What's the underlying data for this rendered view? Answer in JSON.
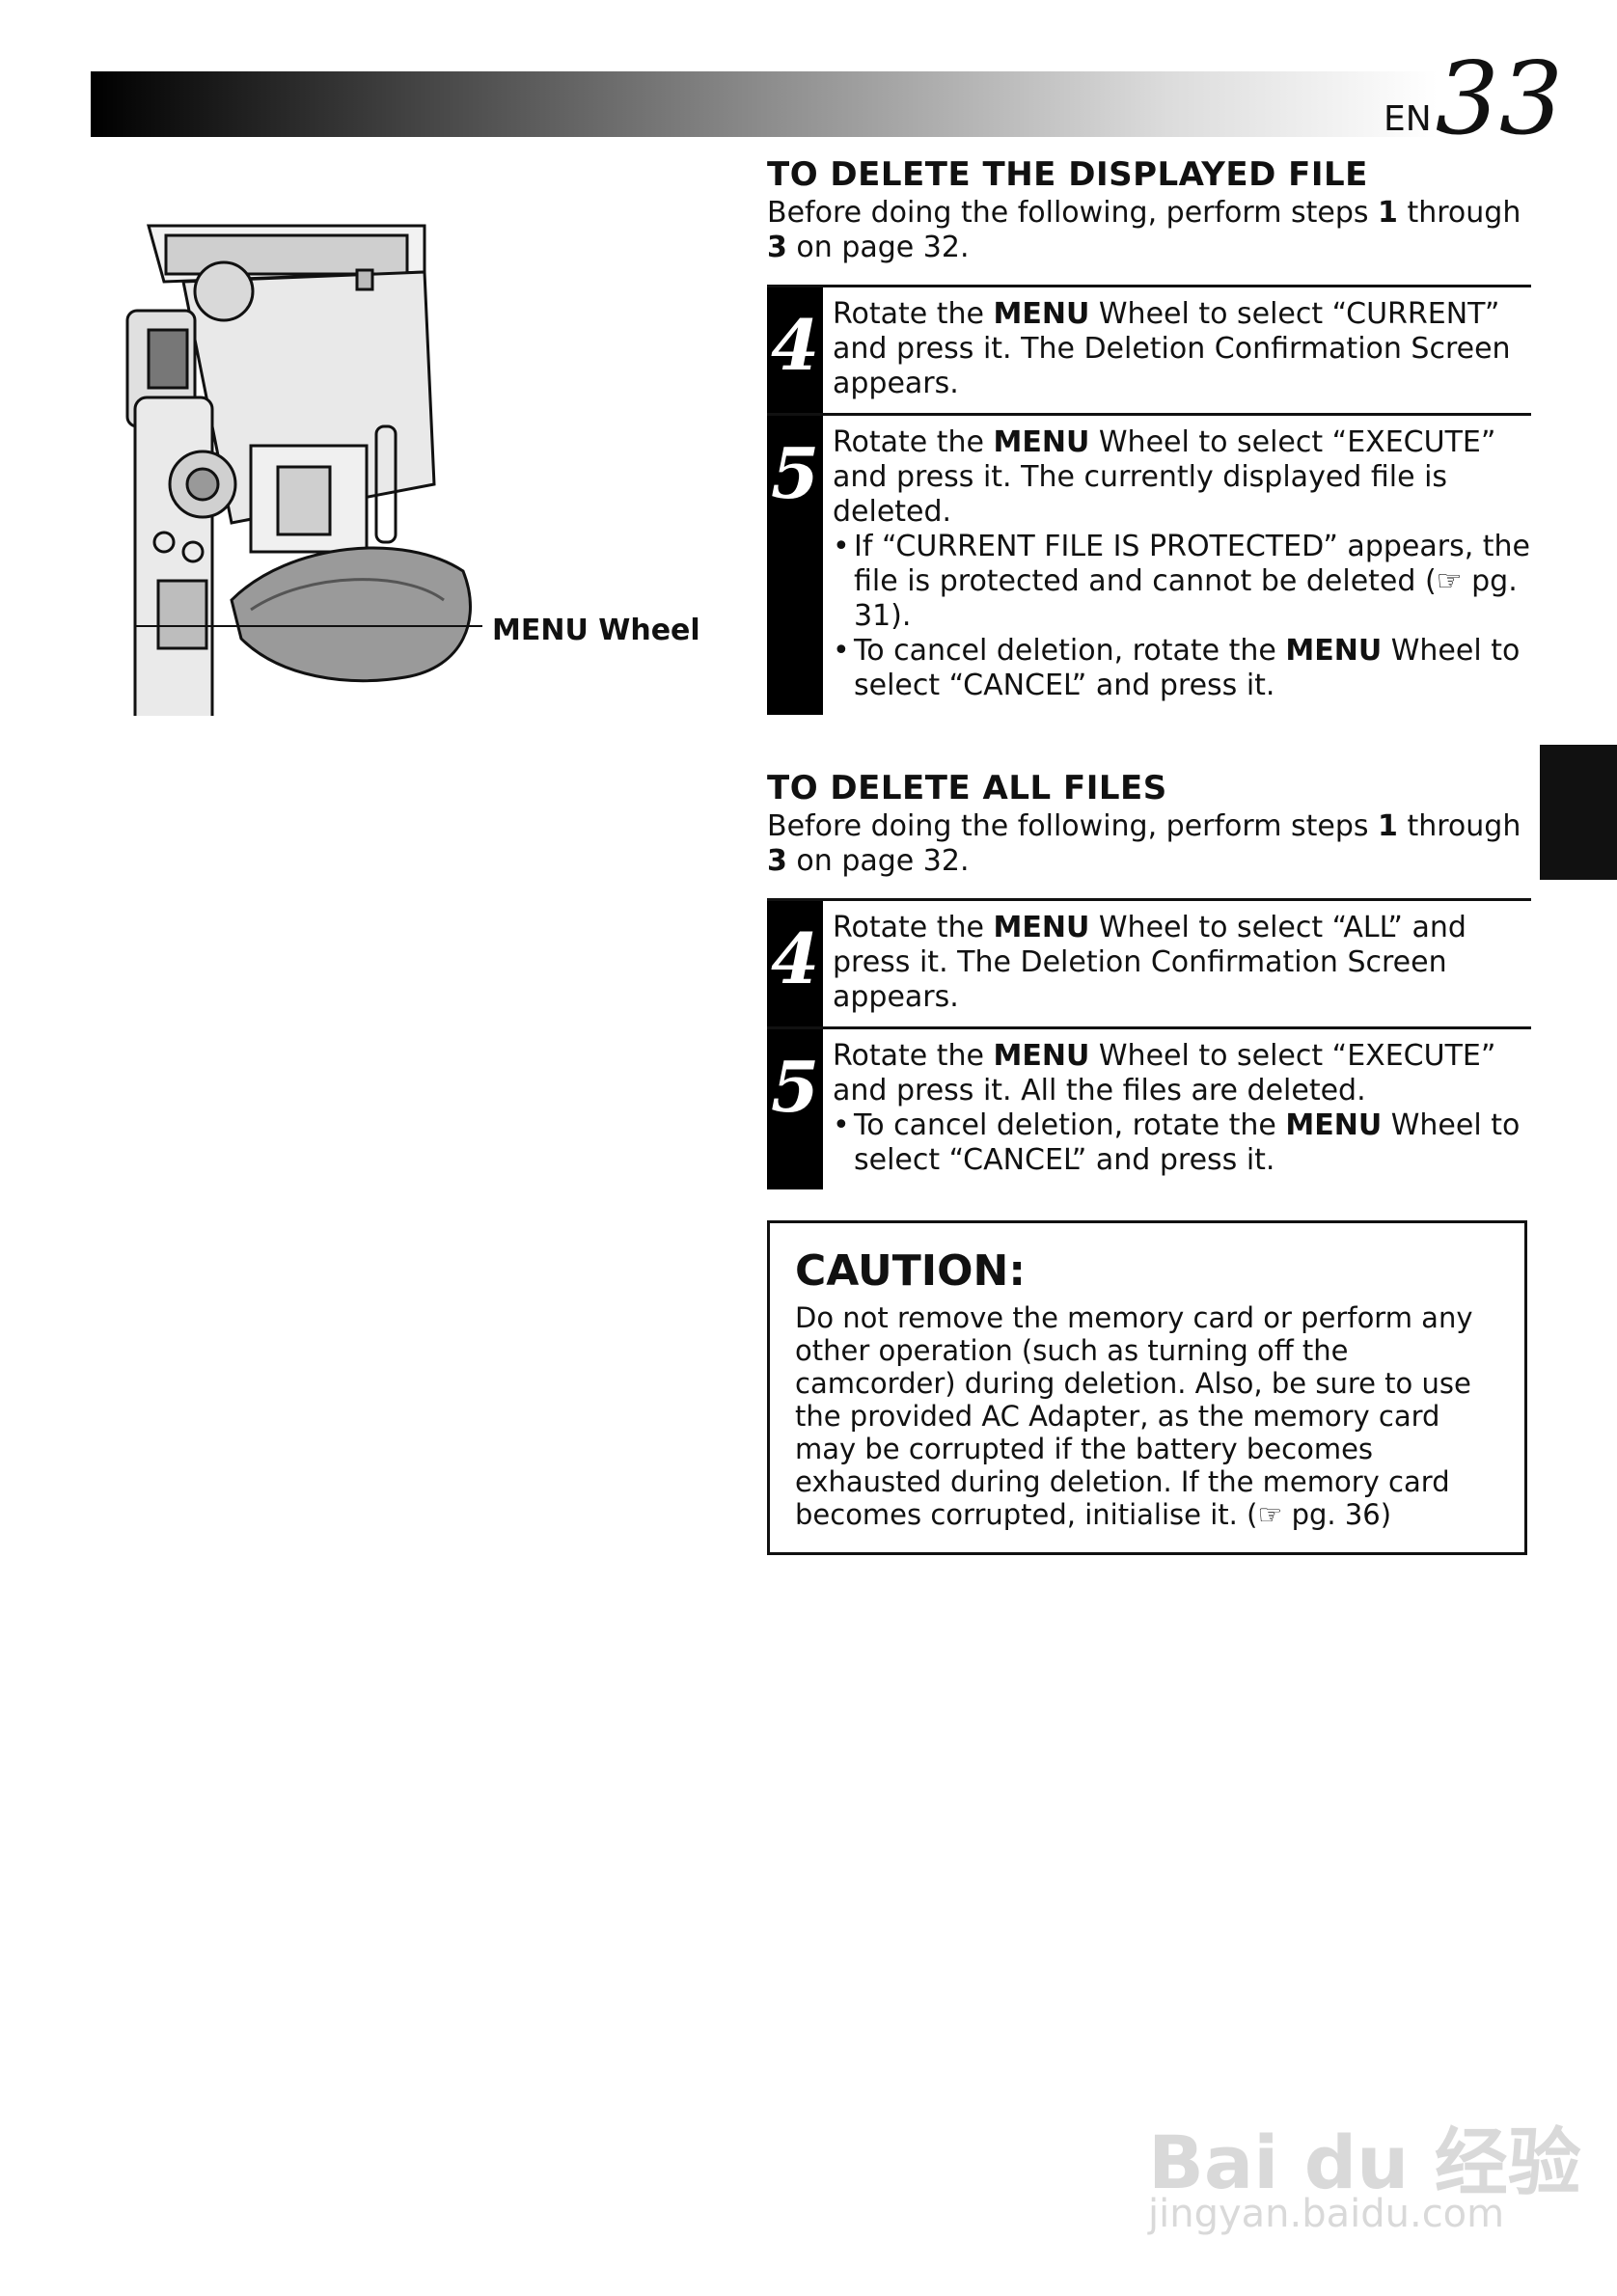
{
  "header": {
    "prefix": "EN",
    "page_number": "33"
  },
  "figure": {
    "callout": "MENU Wheel"
  },
  "section1": {
    "title": "TO DELETE THE DISPLAYED FILE",
    "intro": {
      "a": "Before doing the following, perform steps ",
      "b": "1",
      "c": " through ",
      "d": "3",
      "e": " on page 32."
    },
    "step4": {
      "num": "4",
      "a": "Rotate the ",
      "b": "MENU",
      "c": " Wheel to select “CURRENT” and press it. The Deletion Confirmation Screen appears."
    },
    "step5": {
      "num": "5",
      "a": "Rotate the ",
      "b": "MENU",
      "c": " Wheel to select “EXECUTE” and press it. The currently displayed file is deleted.",
      "bullet1": "If “CURRENT FILE IS PROTECTED” appears, the file is protected and cannot be deleted (☞ pg. 31).",
      "bullet2": {
        "a": "To cancel deletion, rotate the ",
        "b": "MENU",
        "c": " Wheel to select “CANCEL” and press it."
      }
    }
  },
  "section2": {
    "title": "TO DELETE ALL FILES",
    "intro": {
      "a": "Before doing the following, perform steps ",
      "b": "1",
      "c": " through ",
      "d": "3",
      "e": " on page 32."
    },
    "step4": {
      "num": "4",
      "a": "Rotate the ",
      "b": "MENU",
      "c": " Wheel to select “ALL” and press it. The Deletion Confirmation Screen appears."
    },
    "step5": {
      "num": "5",
      "a": "Rotate the ",
      "b": "MENU",
      "c": " Wheel to select “EXECUTE” and press it. All the files are deleted.",
      "bullet1": {
        "a": "To cancel deletion, rotate the ",
        "b": "MENU",
        "c": " Wheel to select “CANCEL” and press it."
      }
    }
  },
  "caution": {
    "title": "CAUTION:",
    "text": "Do not remove the memory card or perform any other operation (such as turning off the camcorder) during deletion. Also, be sure to use the provided AC Adapter, as the memory card may be corrupted if the battery becomes exhausted during deletion. If the memory card becomes corrupted, initialise it. (☞ pg. 36)"
  },
  "watermark": {
    "logo": "Bai du 经验",
    "url": "jingyan.baidu.com"
  },
  "bullet_glyph": "•"
}
